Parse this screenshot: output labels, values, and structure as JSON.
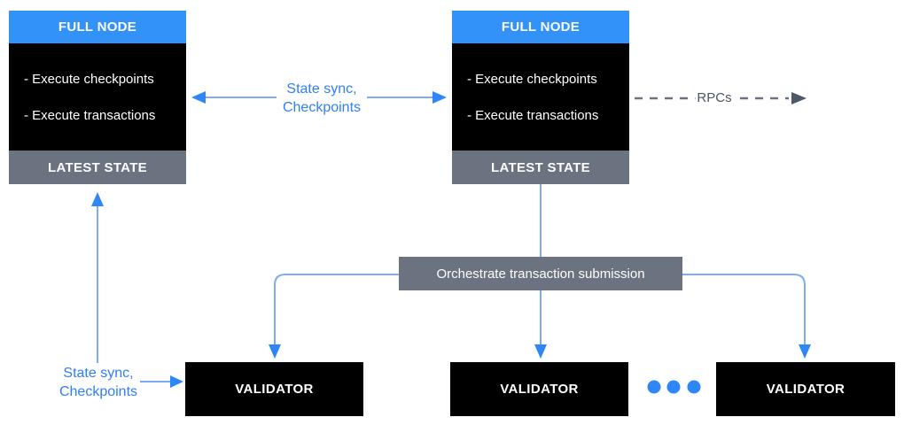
{
  "colors": {
    "node_header_blue": "#3392F8",
    "node_body_black": "#000000",
    "state_bar_gray": "#6B7280",
    "orchestrate_gray": "#6B7280",
    "validator_black": "#000000",
    "connector_line_blue": "#7AACF3",
    "arrowhead_blue": "#2F86F6",
    "label_text_blue": "#2F7FF3",
    "rpc_line_gray": "#6B7280",
    "rpc_text_gray": "#4D5765"
  },
  "full_nodes": [
    {
      "title": "FULL NODE",
      "items": [
        "- Execute checkpoints",
        "- Execute transactions"
      ],
      "footer": "LATEST STATE"
    },
    {
      "title": "FULL NODE",
      "items": [
        "- Execute checkpoints",
        "- Execute transactions"
      ],
      "footer": "LATEST STATE"
    }
  ],
  "connectors": {
    "state_sync_top": {
      "line1": "State sync,",
      "line2": "Checkpoints"
    },
    "state_sync_bottom": {
      "line1": "State sync,",
      "line2": "Checkpoints"
    },
    "rpcs": "RPCs",
    "orchestrate": "Orchestrate transaction submission"
  },
  "validators": [
    {
      "label": "VALIDATOR"
    },
    {
      "label": "VALIDATOR"
    },
    {
      "label": "VALIDATOR"
    }
  ],
  "ellipsis_dot_count": 3
}
